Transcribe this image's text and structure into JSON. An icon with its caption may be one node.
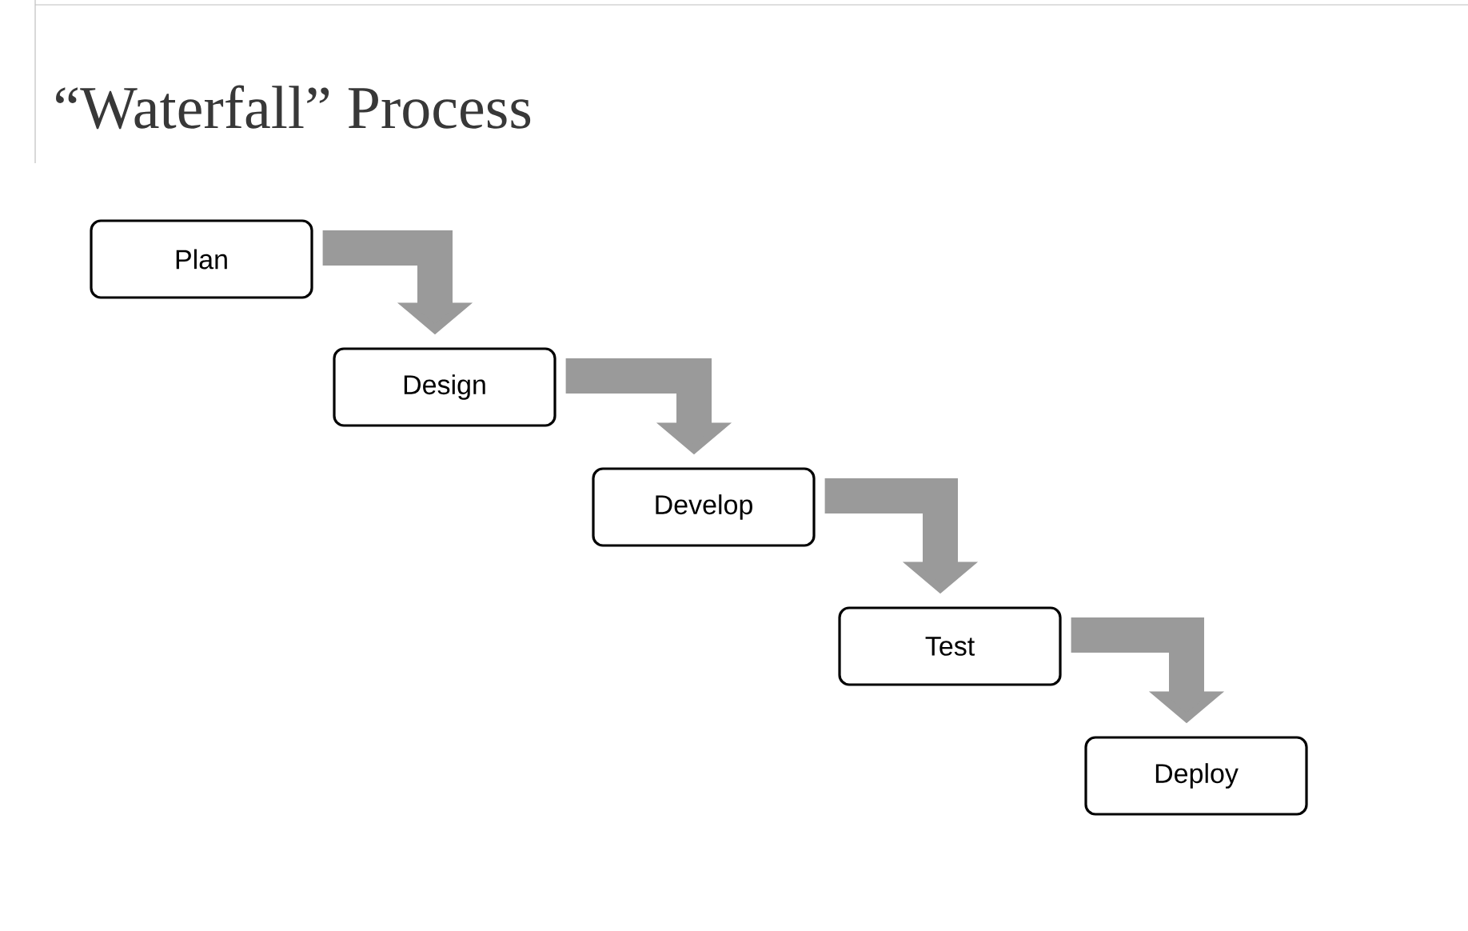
{
  "diagram": {
    "title": "“Waterfall” Process",
    "nodes": [
      {
        "text": [
          "Plan"
        ]
      },
      {
        "text": [
          "Design"
        ]
      },
      {
        "text": [
          "Develop"
        ]
      },
      {
        "text": [
          "Test"
        ]
      },
      {
        "text": [
          "Deploy"
        ]
      }
    ],
    "edges": [
      {
        "from": 0,
        "to": 1,
        "arrow": "to"
      },
      {
        "from": 1,
        "to": 2,
        "arrow": "to"
      },
      {
        "from": 2,
        "to": 3,
        "arrow": "to"
      },
      {
        "from": 3,
        "to": 4,
        "arrow": "to"
      }
    ]
  }
}
